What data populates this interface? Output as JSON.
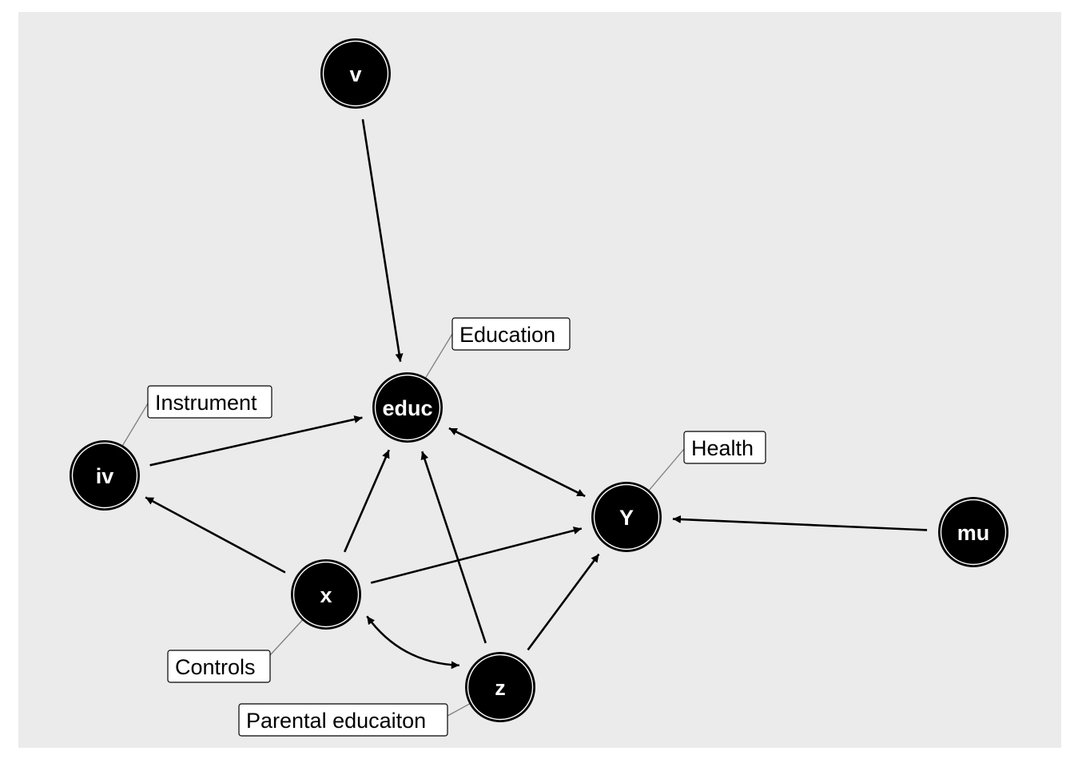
{
  "diagram": {
    "type": "causal-dag",
    "nodes": [
      {
        "id": "v",
        "label": "v"
      },
      {
        "id": "educ",
        "label": "educ",
        "annotation": "Education"
      },
      {
        "id": "iv",
        "label": "iv",
        "annotation": "Instrument"
      },
      {
        "id": "Y",
        "label": "Y",
        "annotation": "Health"
      },
      {
        "id": "mu",
        "label": "mu"
      },
      {
        "id": "x",
        "label": "x",
        "annotation": "Controls"
      },
      {
        "id": "z",
        "label": "z",
        "annotation": "Parental educaiton"
      }
    ],
    "edges": [
      {
        "from": "v",
        "to": "educ",
        "bidirected": false
      },
      {
        "from": "iv",
        "to": "educ",
        "bidirected": false
      },
      {
        "from": "x",
        "to": "iv",
        "bidirected": false
      },
      {
        "from": "x",
        "to": "educ",
        "bidirected": false
      },
      {
        "from": "z",
        "to": "educ",
        "bidirected": false
      },
      {
        "from": "educ",
        "to": "Y",
        "bidirected": true
      },
      {
        "from": "x",
        "to": "Y",
        "bidirected": false
      },
      {
        "from": "x",
        "to": "z",
        "bidirected": true,
        "curved": true
      },
      {
        "from": "z",
        "to": "Y",
        "bidirected": false
      },
      {
        "from": "mu",
        "to": "Y",
        "bidirected": false
      }
    ],
    "colors": {
      "panel_background": "#ebebeb",
      "node_fill": "#000000",
      "node_text": "#ffffff",
      "edge": "#000000",
      "label_border": "#000000",
      "label_fill": "#ffffff",
      "leader_line": "#7f7f7f"
    }
  }
}
